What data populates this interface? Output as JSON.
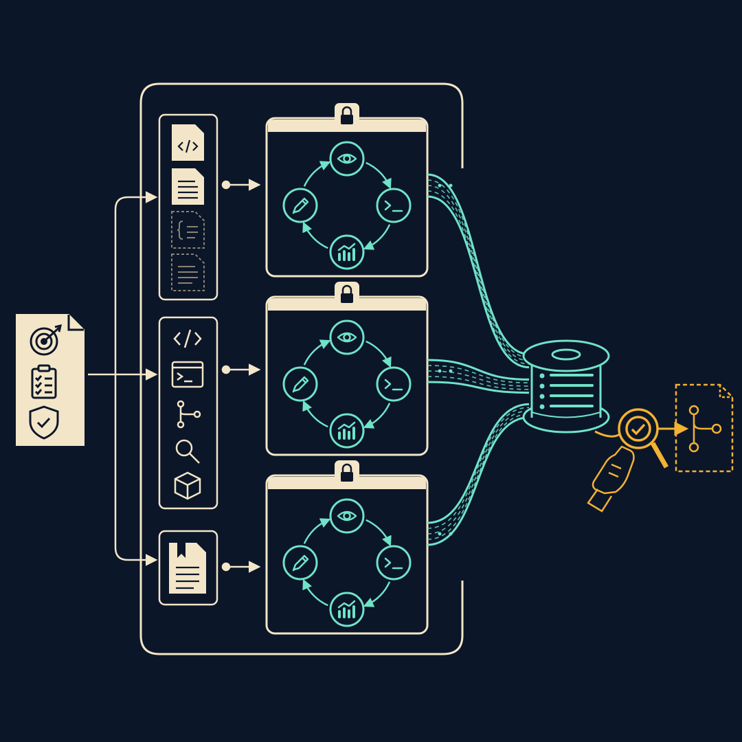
{
  "diagram": {
    "background": "#0c1629",
    "colors": {
      "cream": "#f3e6c8",
      "teal": "#6fe3c8",
      "amber": "#f2b233",
      "navy": "#0c1629",
      "dim": "#8a8372"
    },
    "goal_card": {
      "icons": [
        "target-icon",
        "checklist-icon",
        "shield-check-icon"
      ]
    },
    "context_groups": [
      {
        "id": "files",
        "icons": [
          "code-file-icon",
          "text-file-icon",
          "json-file-icon",
          "dashed-text-file-icon"
        ]
      },
      {
        "id": "tools",
        "icons": [
          "code-brackets-icon",
          "terminal-window-icon",
          "branch-icon",
          "search-icon",
          "cube-icon"
        ]
      },
      {
        "id": "memory",
        "icons": [
          "bookmark-notes-icon"
        ]
      }
    ],
    "agent_loops": [
      {
        "id": "agent-1",
        "steps": [
          "observe",
          "act",
          "measure",
          "edit"
        ],
        "locked": true
      },
      {
        "id": "agent-2",
        "steps": [
          "observe",
          "act",
          "measure",
          "edit"
        ],
        "locked": true
      },
      {
        "id": "agent-3",
        "steps": [
          "observe",
          "act",
          "measure",
          "edit"
        ],
        "locked": true
      }
    ],
    "aggregator": {
      "icon": "database-spool-icon"
    },
    "review": {
      "icon": "magnifier-check-icon",
      "hand_icon": "hand-icon"
    },
    "output": {
      "icon": "branch-document-icon"
    }
  }
}
